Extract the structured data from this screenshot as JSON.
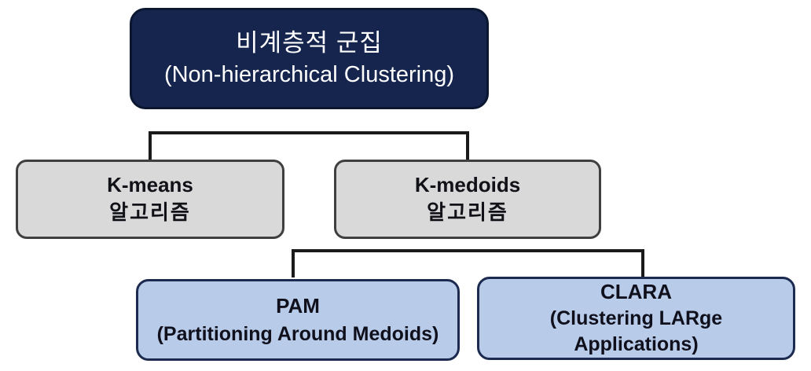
{
  "diagram": {
    "background_color": "#ffffff",
    "connector_color": "#1a1a1a",
    "root": {
      "title_ko": "비계층적 군집",
      "title_en": "(Non-hierarchical Clustering)",
      "fill": "#15254d",
      "border": "#0b1731",
      "text_color": "#ffffff"
    },
    "children": [
      {
        "id": "kmeans",
        "name": "K-means",
        "name_ko": "알고리즘",
        "fill": "#d9d9d9",
        "border": "#3f3f3f",
        "text_color": "#111118"
      },
      {
        "id": "kmedoids",
        "name": "K-medoids",
        "name_ko": "알고리즘",
        "fill": "#d9d9d9",
        "border": "#3f3f3f",
        "text_color": "#111118"
      }
    ],
    "grandchildren": [
      {
        "id": "pam",
        "name": "PAM",
        "subtitle": "(Partitioning Around Medoids)",
        "fill": "#b8cbe9",
        "border": "#1b2a4e",
        "text_color": "#10101c"
      },
      {
        "id": "clara",
        "name": "CLARA",
        "subtitle_line1": "(Clustering LARge",
        "subtitle_line2": "Applications)",
        "fill": "#b8cbe9",
        "border": "#1b2a4e",
        "text_color": "#10101c"
      }
    ]
  }
}
